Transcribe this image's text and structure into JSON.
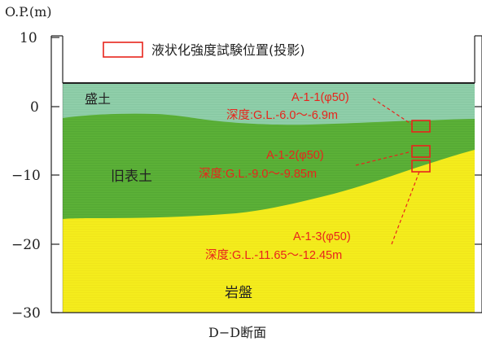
{
  "axis": {
    "unit_label": "O.P.(m)",
    "ticks": [
      "10",
      "0",
      "−10",
      "−20",
      "−30"
    ]
  },
  "legend": {
    "label": "液状化強度試験位置(投影)",
    "swatch_color": "#e8241c"
  },
  "layers": {
    "fill": "盛土",
    "old_topsoil": "旧表土",
    "bedrock": "岩盤"
  },
  "samples": [
    {
      "id": "A-1-1(φ50)",
      "depth": "深度:G.L.-6.0～-6.9m"
    },
    {
      "id": "A-1-2(φ50)",
      "depth": "深度:G.L.-9.0～-9.85m"
    },
    {
      "id": "A-1-3(φ50)",
      "depth": "深度:G.L.-11.65～-12.45m"
    }
  ],
  "caption": "D−D断面",
  "colors": {
    "fill_layer": "#8fcea9",
    "topsoil_layer": "#5bb037",
    "bedrock_layer": "#f4ec1c",
    "marker": "#e8241c",
    "frame": "#222222"
  }
}
